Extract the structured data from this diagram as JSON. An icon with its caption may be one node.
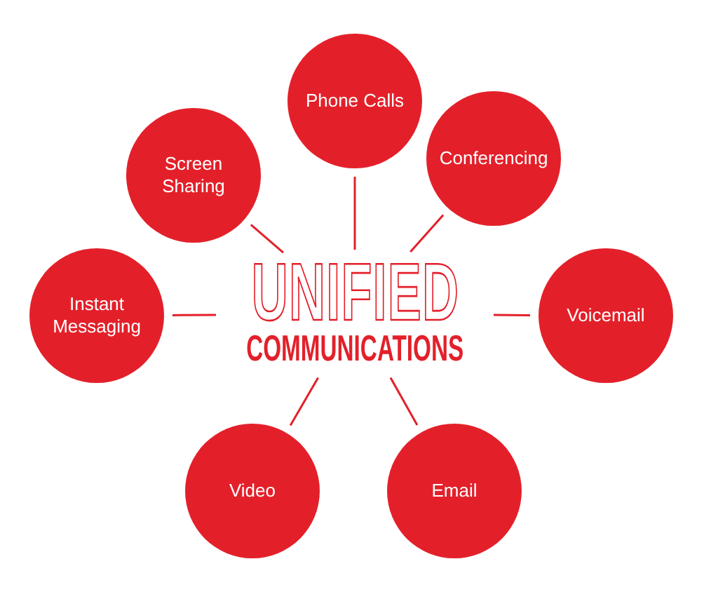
{
  "diagram": {
    "nodes": [
      {
        "text": [
          "Phone Calls"
        ]
      },
      {
        "text": [
          "Screen Sharing"
        ]
      },
      {
        "text": [
          "Conferencing"
        ]
      },
      {
        "text": [
          "Instant Messaging"
        ]
      },
      {
        "text": [
          "UNIFIED",
          "COMMUNICATIONS"
        ]
      },
      {
        "text": [
          "Voicemail"
        ]
      },
      {
        "text": [
          "Video"
        ]
      },
      {
        "text": [
          "Email"
        ]
      }
    ],
    "edges": [
      {
        "from": 4,
        "to": 0,
        "arrow": "none"
      },
      {
        "from": 4,
        "to": 1,
        "arrow": "none"
      },
      {
        "from": 4,
        "to": 2,
        "arrow": "none"
      },
      {
        "from": 4,
        "to": 3,
        "arrow": "none"
      },
      {
        "from": 4,
        "to": 5,
        "arrow": "none"
      },
      {
        "from": 4,
        "to": 6,
        "arrow": "none"
      },
      {
        "from": 4,
        "to": 7,
        "arrow": "none"
      }
    ]
  }
}
